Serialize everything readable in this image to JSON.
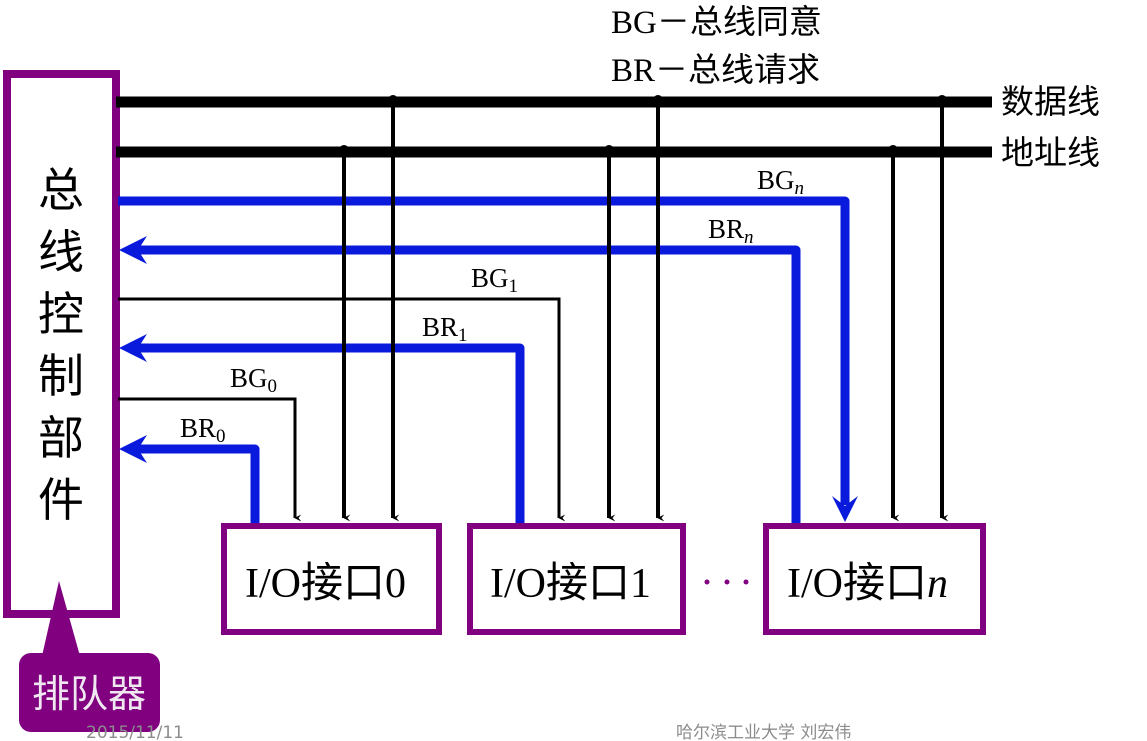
{
  "colors": {
    "purple": "#800080",
    "blue": "#0a1adc",
    "black": "#000000",
    "footer_gray": "#8c8c8c",
    "queue_text": "#f0e8f0"
  },
  "legend": {
    "bg": "BG－总线同意",
    "br": "BR－总线请求"
  },
  "buses": {
    "data": "数据线",
    "address": "地址线"
  },
  "controller": {
    "chars": [
      "总",
      "线",
      "控",
      "制",
      "部",
      "件"
    ]
  },
  "queue": {
    "label": "排队器"
  },
  "signals": {
    "bgn": {
      "main": "BG",
      "sub": "n"
    },
    "brn": {
      "main": "BR",
      "sub": "n"
    },
    "bg1": {
      "main": "BG",
      "sub": "1"
    },
    "br1": {
      "main": "BR",
      "sub": "1"
    },
    "bg0": {
      "main": "BG",
      "sub": "0"
    },
    "br0": {
      "main": "BR",
      "sub": "0"
    }
  },
  "interfaces": [
    {
      "prefix": "I/O接口",
      "index": "0",
      "index_italic": false
    },
    {
      "prefix": "I/O接口",
      "index": "1",
      "index_italic": false
    },
    {
      "prefix": "I/O接口",
      "index": "n",
      "index_italic": true
    }
  ],
  "ellipsis": "···",
  "footer": {
    "date": "2015/11/11",
    "author": "哈尔滨工业大学  刘宏伟"
  }
}
